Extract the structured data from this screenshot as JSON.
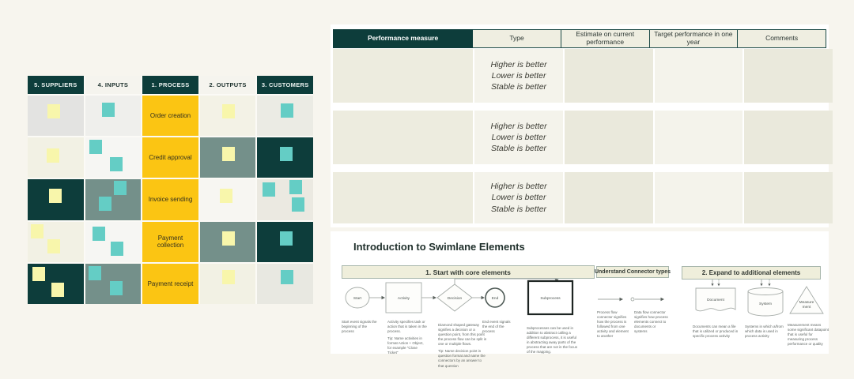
{
  "colors": {
    "canvas_bg": "#f7f5ee",
    "panel_bg": "#ffffff",
    "dark_teal": "#0d3d3b",
    "process_yellow": "#fbc513",
    "sage": "#74908a",
    "sticky_yellow": "#f8f6ab",
    "sticky_teal": "#64cdc5",
    "section_header_bg": "#efeedb",
    "section_header_border": "#a9b7ad",
    "table_header_dark": "#0d3d3b",
    "table_header_light": "#efeee1"
  },
  "sipoc": {
    "columns": [
      {
        "label": "5. SUPPLIERS"
      },
      {
        "label": "4. INPUTS"
      },
      {
        "label": "1. PROCESS"
      },
      {
        "label": "2. OUTPUTS"
      },
      {
        "label": "3. CUSTOMERS"
      }
    ],
    "process_steps": [
      "Order creation",
      "Credit approval",
      "Invoice sending",
      "Payment collection",
      "Payment receipt"
    ],
    "rows": [
      {
        "cells": [
          {
            "bg": "#e3e3e1",
            "stickies": [
              {
                "c": "y",
                "x": 36,
                "y": 22
              }
            ]
          },
          {
            "bg": "#efefec",
            "stickies": [
              {
                "c": "t",
                "x": 30,
                "y": 18
              }
            ]
          },
          {
            "bg": "#fbc513"
          },
          {
            "bg": "#f3f2e6",
            "stickies": [
              {
                "c": "y",
                "x": 40,
                "y": 22
              }
            ]
          },
          {
            "bg": "#ebebe4",
            "stickies": [
              {
                "c": "t",
                "x": 42,
                "y": 20
              }
            ]
          }
        ]
      },
      {
        "cells": [
          {
            "bg": "#f2f1e4",
            "stickies": [
              {
                "c": "y",
                "x": 34,
                "y": 26
              }
            ]
          },
          {
            "bg": "#f6f6f3",
            "stickies": [
              {
                "c": "t",
                "x": 8,
                "y": 6
              },
              {
                "c": "t",
                "x": 44,
                "y": 48
              }
            ]
          },
          {
            "bg": "#fbc513"
          },
          {
            "bg": "#74908a",
            "stickies": [
              {
                "c": "y",
                "x": 40,
                "y": 24
              }
            ]
          },
          {
            "bg": "#0d3d3b",
            "stickies": [
              {
                "c": "t",
                "x": 40,
                "y": 24
              }
            ]
          }
        ]
      },
      {
        "cells": [
          {
            "bg": "#0d3d3b",
            "stickies": [
              {
                "c": "y",
                "x": 38,
                "y": 22
              }
            ]
          },
          {
            "bg": "#74908a",
            "stickies": [
              {
                "c": "t",
                "x": 52,
                "y": 4
              },
              {
                "c": "t",
                "x": 24,
                "y": 42
              }
            ]
          },
          {
            "bg": "#fbc513"
          },
          {
            "bg": "#f7f6f2",
            "stickies": [
              {
                "c": "y",
                "x": 36,
                "y": 22
              }
            ]
          },
          {
            "bg": "#ebe9e1",
            "stickies": [
              {
                "c": "t",
                "x": 10,
                "y": 8
              },
              {
                "c": "t",
                "x": 58,
                "y": 2
              },
              {
                "c": "t",
                "x": 62,
                "y": 44
              }
            ]
          }
        ]
      },
      {
        "cells": [
          {
            "bg": "#f2f1e4",
            "stickies": [
              {
                "c": "y",
                "x": 6,
                "y": 6
              },
              {
                "c": "y",
                "x": 36,
                "y": 44
              }
            ]
          },
          {
            "bg": "#f6f6f3",
            "stickies": [
              {
                "c": "t",
                "x": 14,
                "y": 12
              },
              {
                "c": "t",
                "x": 46,
                "y": 50
              }
            ]
          },
          {
            "bg": "#fbc513"
          },
          {
            "bg": "#74908a",
            "stickies": [
              {
                "c": "y",
                "x": 40,
                "y": 24
              }
            ]
          },
          {
            "bg": "#0d3d3b",
            "stickies": [
              {
                "c": "t",
                "x": 40,
                "y": 24
              }
            ]
          }
        ]
      },
      {
        "cells": [
          {
            "bg": "#0d3d3b",
            "stickies": [
              {
                "c": "y",
                "x": 8,
                "y": 8
              },
              {
                "c": "y",
                "x": 42,
                "y": 48
              }
            ]
          },
          {
            "bg": "#74908a",
            "stickies": [
              {
                "c": "t",
                "x": 6,
                "y": 6
              },
              {
                "c": "t",
                "x": 44,
                "y": 44
              }
            ]
          },
          {
            "bg": "#fbc513"
          },
          {
            "bg": "#f2f1e4",
            "stickies": [
              {
                "c": "y",
                "x": 40,
                "y": 16
              }
            ]
          },
          {
            "bg": "#e8e8e1",
            "stickies": [
              {
                "c": "t",
                "x": 42,
                "y": 16
              }
            ]
          }
        ]
      }
    ]
  },
  "performance_table": {
    "headers": [
      "Performance measure",
      "Type",
      "Estimate on current performance",
      "Target performance in one year",
      "Comments"
    ],
    "cell_colors": [
      "#edecdf",
      "#f4f3eb",
      "#eae9dc",
      "#f4f3eb",
      "#eae9dc"
    ],
    "rows": [
      {
        "type_lines": [
          "Higher is better",
          "Lower is better",
          "Stable is better"
        ]
      },
      {
        "type_lines": [
          "Higher is better",
          "Lower is better",
          "Stable is better"
        ]
      },
      {
        "type_lines": [
          "Higher is better",
          "Lower is better",
          "Stable is better"
        ]
      }
    ]
  },
  "swimlane": {
    "title": "Introduction to Swimlane Elements",
    "sections": [
      {
        "header": "1. Start with core elements"
      },
      {
        "header": "Understand Connector types"
      },
      {
        "header": "2. Expand to additional elements"
      }
    ],
    "core": [
      {
        "label": "Start",
        "desc": "Start event signals the beginning of the process"
      },
      {
        "label": "Activity",
        "desc": "Activity specifies task or action that is taken in the process.",
        "tip": "Tip: Name activities in format Action + Object, for example \"Close Ticket\""
      },
      {
        "label": "Decision",
        "desc": "Diamond shaped gateway signifies a decision or a question point, from this point the process flow can be split in one or multiple flows.",
        "tip": "Tip: Name decision point in question format and name the connectors by an answer to that question"
      },
      {
        "label": "End",
        "desc": "End event signals the end of the process"
      },
      {
        "label": "Subprocess",
        "desc": "Subprocesses can be used in addition to abstract calling a different subprocess, it is useful in abstracting away parts of the process that are not in the focus of the mapping."
      }
    ],
    "connectors": [
      {
        "desc": "Process flow connector signifies how the process is followed from one activity and element to another"
      },
      {
        "desc": "Data flow connector signifies how process elements connect to documents or systems"
      }
    ],
    "additional": [
      {
        "label_lines": [
          "Document"
        ],
        "desc": "Documents can mean a file that is utilized or produced in specific process activity"
      },
      {
        "label_lines": [
          "System"
        ],
        "desc": "Systems in which a/from which data is used in process activity"
      },
      {
        "label_lines": [
          "Measure",
          "ment"
        ],
        "desc": "Measurement means some significant datapoint that is useful for measuring process performance or quality"
      }
    ]
  }
}
